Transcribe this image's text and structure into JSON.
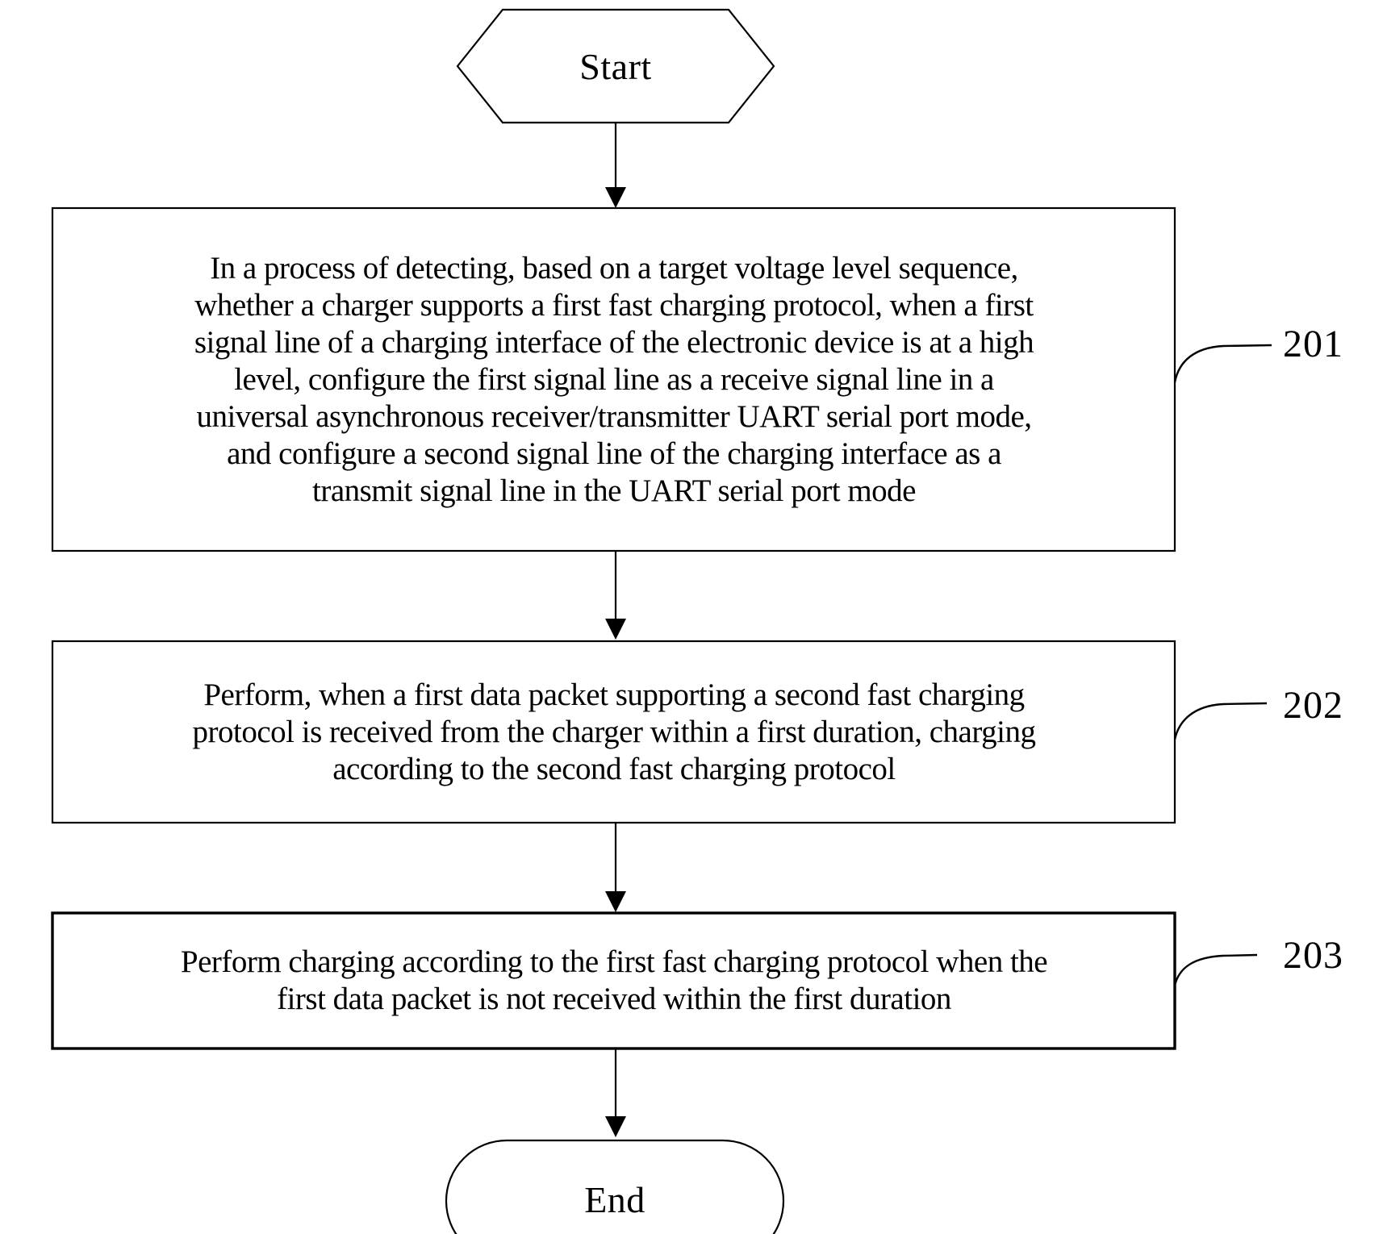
{
  "figure": {
    "type": "flowchart",
    "start_label": "Start",
    "end_label": "End",
    "colors": {
      "line": "#000000",
      "background": "#ffffff"
    },
    "steps": [
      {
        "ref": "201",
        "lines": [
          "In a process of detecting, based on a target voltage level sequence,",
          "whether a charger supports a first fast charging protocol, when a first",
          "signal line of a charging interface of the electronic device is at a high",
          "level, configure the first signal line as a receive signal line in a",
          "universal asynchronous receiver/transmitter UART serial port mode,",
          "and configure a second signal line of the charging interface as a",
          "transmit signal line in the UART serial port mode"
        ]
      },
      {
        "ref": "202",
        "lines": [
          "Perform, when a first data packet supporting a second fast charging",
          "protocol is received from the charger within a first duration, charging",
          "according to the second fast charging protocol"
        ]
      },
      {
        "ref": "203",
        "lines": [
          "Perform charging according to the first fast charging protocol when the",
          "first data packet is not received within the first duration"
        ]
      }
    ]
  }
}
